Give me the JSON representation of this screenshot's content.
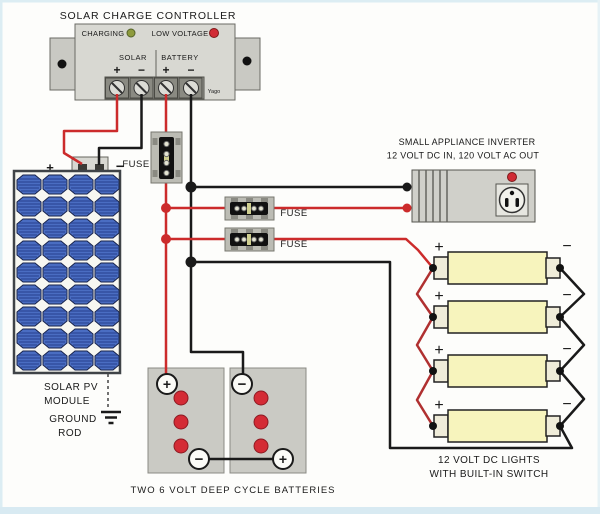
{
  "diagram": {
    "controller": {
      "title": "SOLAR CHARGE CONTROLLER",
      "charging_label": "CHARGING",
      "low_voltage_label": "LOW VOLTAGE",
      "solar_label": "SOLAR",
      "battery_label": "BATTERY",
      "brand": "Yago",
      "solar_plus": "+",
      "solar_minus": "−",
      "battery_plus": "+",
      "battery_minus": "−"
    },
    "pv_module": {
      "plus": "+",
      "minus": "−",
      "label_line1": "SOLAR PV",
      "label_line2": "MODULE",
      "ground_line1": "GROUND",
      "ground_line2": "ROD"
    },
    "fuses": {
      "fuse1_label": "FUSE",
      "fuse2_label": "FUSE",
      "fuse3_label": "FUSE"
    },
    "inverter": {
      "title": "SMALL APPLIANCE INVERTER",
      "subtitle": "12 VOLT DC IN,  120 VOLT AC OUT"
    },
    "batteries": {
      "caption": "TWO  6  VOLT  DEEP CYCLE  BATTERIES",
      "left_top_sign": "+",
      "left_bottom_sign": "−",
      "right_top_sign": "−",
      "right_bottom_sign": "+"
    },
    "lights": {
      "caption_line1": "12 VOLT  DC  LIGHTS",
      "caption_line2": "WITH BUILT-IN SWITCH",
      "plus_sign": "+",
      "minus_sign": "−"
    },
    "colors": {
      "positive_wire": "#cc2b2b",
      "negative_wire": "#1a1a1a",
      "charging_led": "#8e9b3d",
      "low_voltage_led": "#d12b35",
      "pv_cell": "#4a6dc2",
      "light_tube": "#f7f4bd"
    }
  }
}
